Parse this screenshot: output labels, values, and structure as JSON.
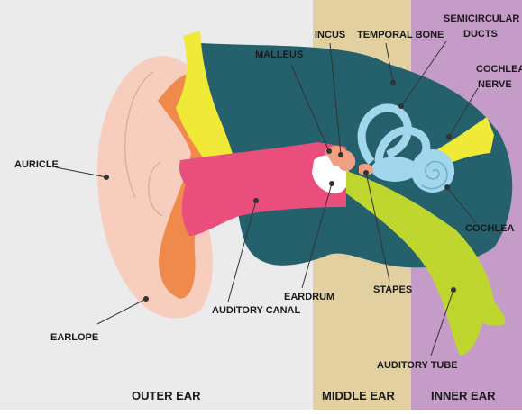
{
  "colors": {
    "outer_bg": "#ebebeb",
    "middle_bg": "#e2d0a0",
    "inner_bg": "#c49cc7",
    "auricle": "#f7cdbd",
    "cartilage": "#ef8a4c",
    "bone": "#25616c",
    "canal": "#e94e7c",
    "semicircular": "#a2d6ec",
    "nerve_and_sheath": "#f1e937",
    "tube": "#bed62e",
    "eardrum": "#ffffff",
    "ossicles": "#f0a080"
  },
  "zones": {
    "outer": "OUTER EAR",
    "middle": "MIDDLE EAR",
    "inner": "INNER EAR"
  },
  "labels": {
    "auricle": "AURICLE",
    "earlope": "EARLOPE",
    "auditory_canal": "AUDITORY CANAL",
    "malleus": "MALLEUS",
    "incus": "INCUS",
    "temporal_bone": "TEMPORAL BONE",
    "semicircular_1": "SEMICIRCULAR",
    "semicircular_2": "DUCTS",
    "cochlea_nerve_1": "COCHLEA",
    "cochlea_nerve_2": "NERVE",
    "cochlea": "COCHLEA",
    "eardrum": "EARDRUM",
    "stapes": "STAPES",
    "auditory_tube": "AUDITORY TUBE"
  }
}
